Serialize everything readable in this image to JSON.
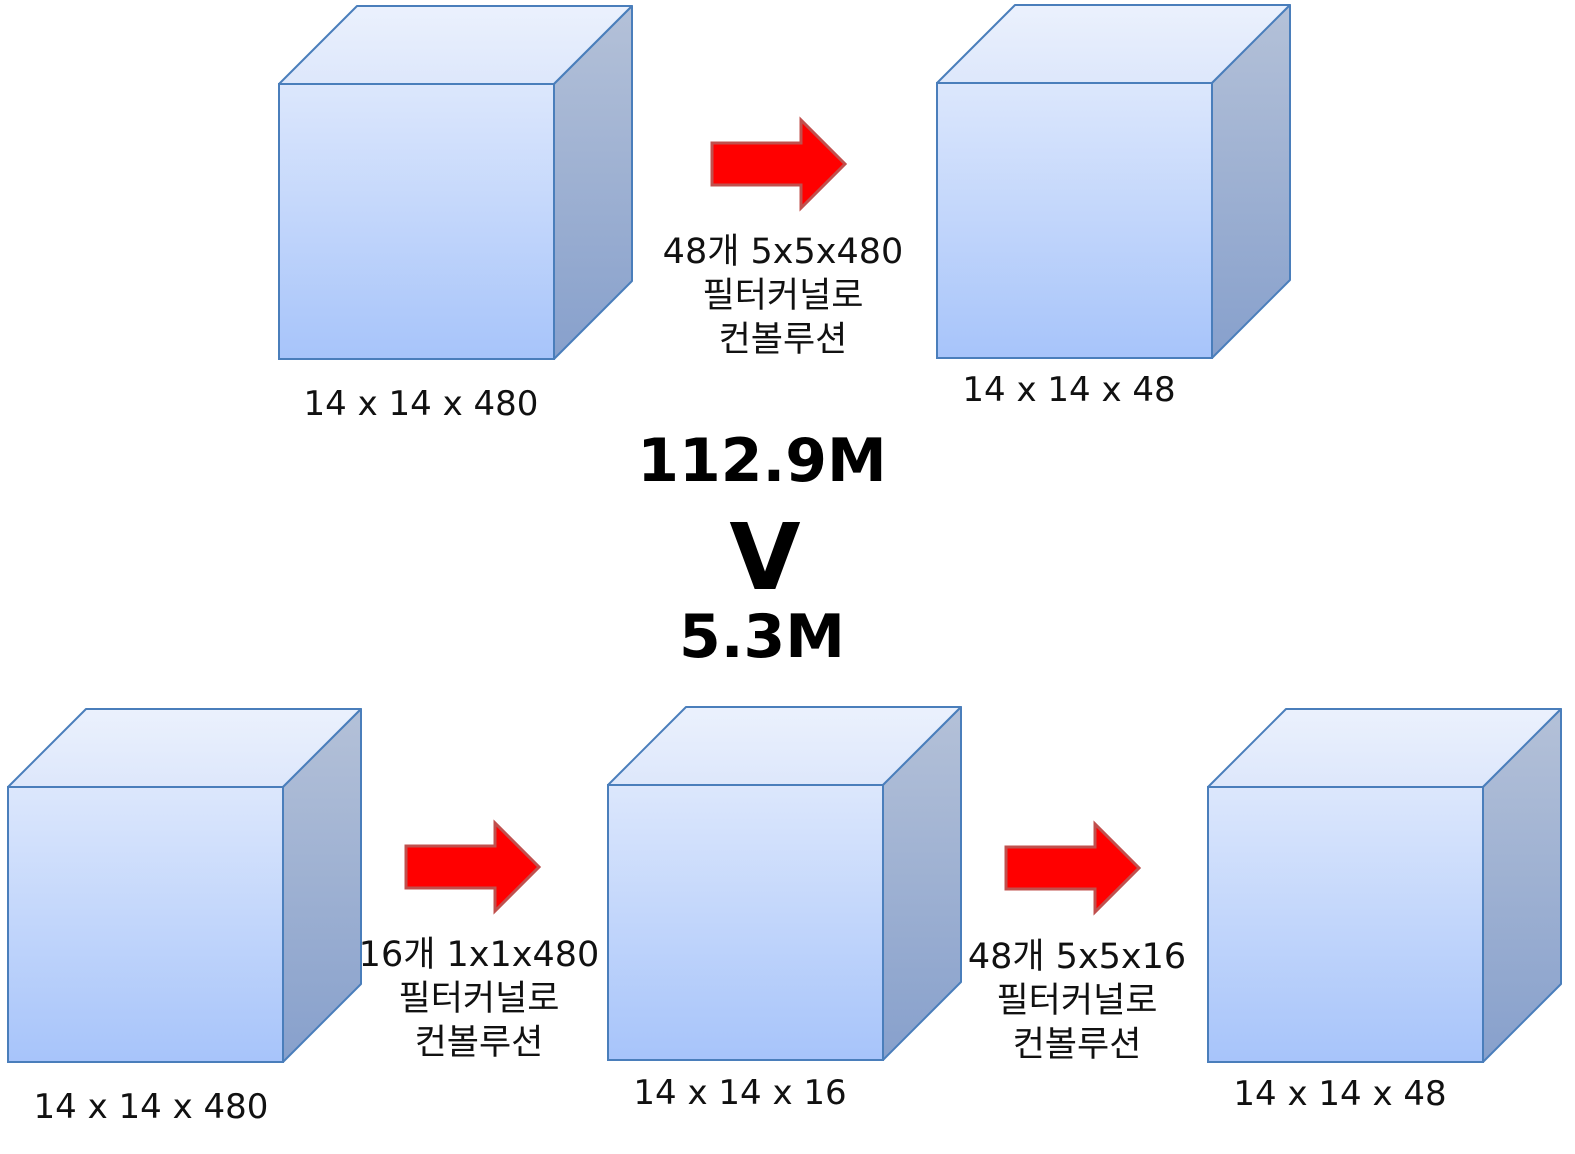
{
  "top_row": {
    "input_dims": "14 x 14 x 480",
    "operation": {
      "filter": "48개 5x5x480",
      "line2": "필터커널로",
      "line3": "컨볼루션"
    },
    "output_dims": "14 x 14 x 48"
  },
  "comparison": {
    "cost_top": "112.9M",
    "symbol": "V",
    "cost_bottom": "5.3M"
  },
  "bottom_row": {
    "input_dims": "14 x 14 x 480",
    "operation_1": {
      "filter": "16개 1x1x480",
      "line2": "필터커널로",
      "line3": "컨볼루션"
    },
    "middle_dims": "14 x 14 x 16",
    "operation_2": {
      "filter": "48개 5x5x16",
      "line2": "필터커널로",
      "line3": "컨볼루션"
    },
    "output_dims": "14 x 14 x 48"
  },
  "colors": {
    "cube_front_top": "#dce7fc",
    "cube_front_bottom": "#a7c4fa",
    "cube_top_face": "#e6eefc",
    "cube_side_top": "#b1bfd7",
    "cube_side_bottom": "#8aa1cd",
    "cube_stroke": "#4a7ebb",
    "arrow_fill": "#ff0000",
    "arrow_stroke": "#c0504d",
    "text": "#111111"
  }
}
